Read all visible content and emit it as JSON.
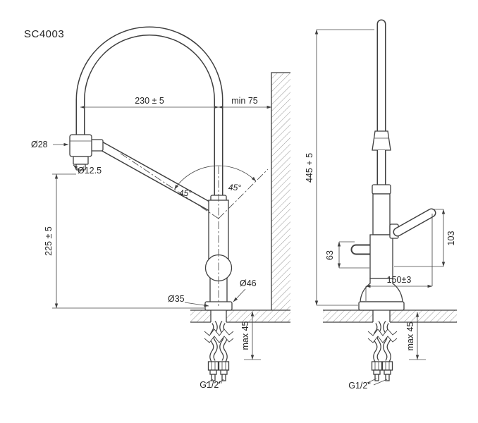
{
  "drawing": {
    "model": "SC4003",
    "front_view": {
      "spout_reach": "230 ± 5",
      "min_wall_distance": "min 75",
      "spray_head_diameter": "Ø28",
      "aerator_diameter": "Ø12.5",
      "swivel_angle_left": "45°",
      "swivel_angle_right": "45°",
      "spout_height": "225 ± 5",
      "base_diameter": "Ø35",
      "flange_diameter": "Ø46",
      "max_counter_thickness": "max 45",
      "thread": "G1/2\""
    },
    "side_view": {
      "total_height": "445 + 5",
      "outlet_height": "63",
      "handle_height": "103",
      "depth": "150±3",
      "max_counter_thickness": "max 45",
      "thread": "G1/2\""
    }
  }
}
